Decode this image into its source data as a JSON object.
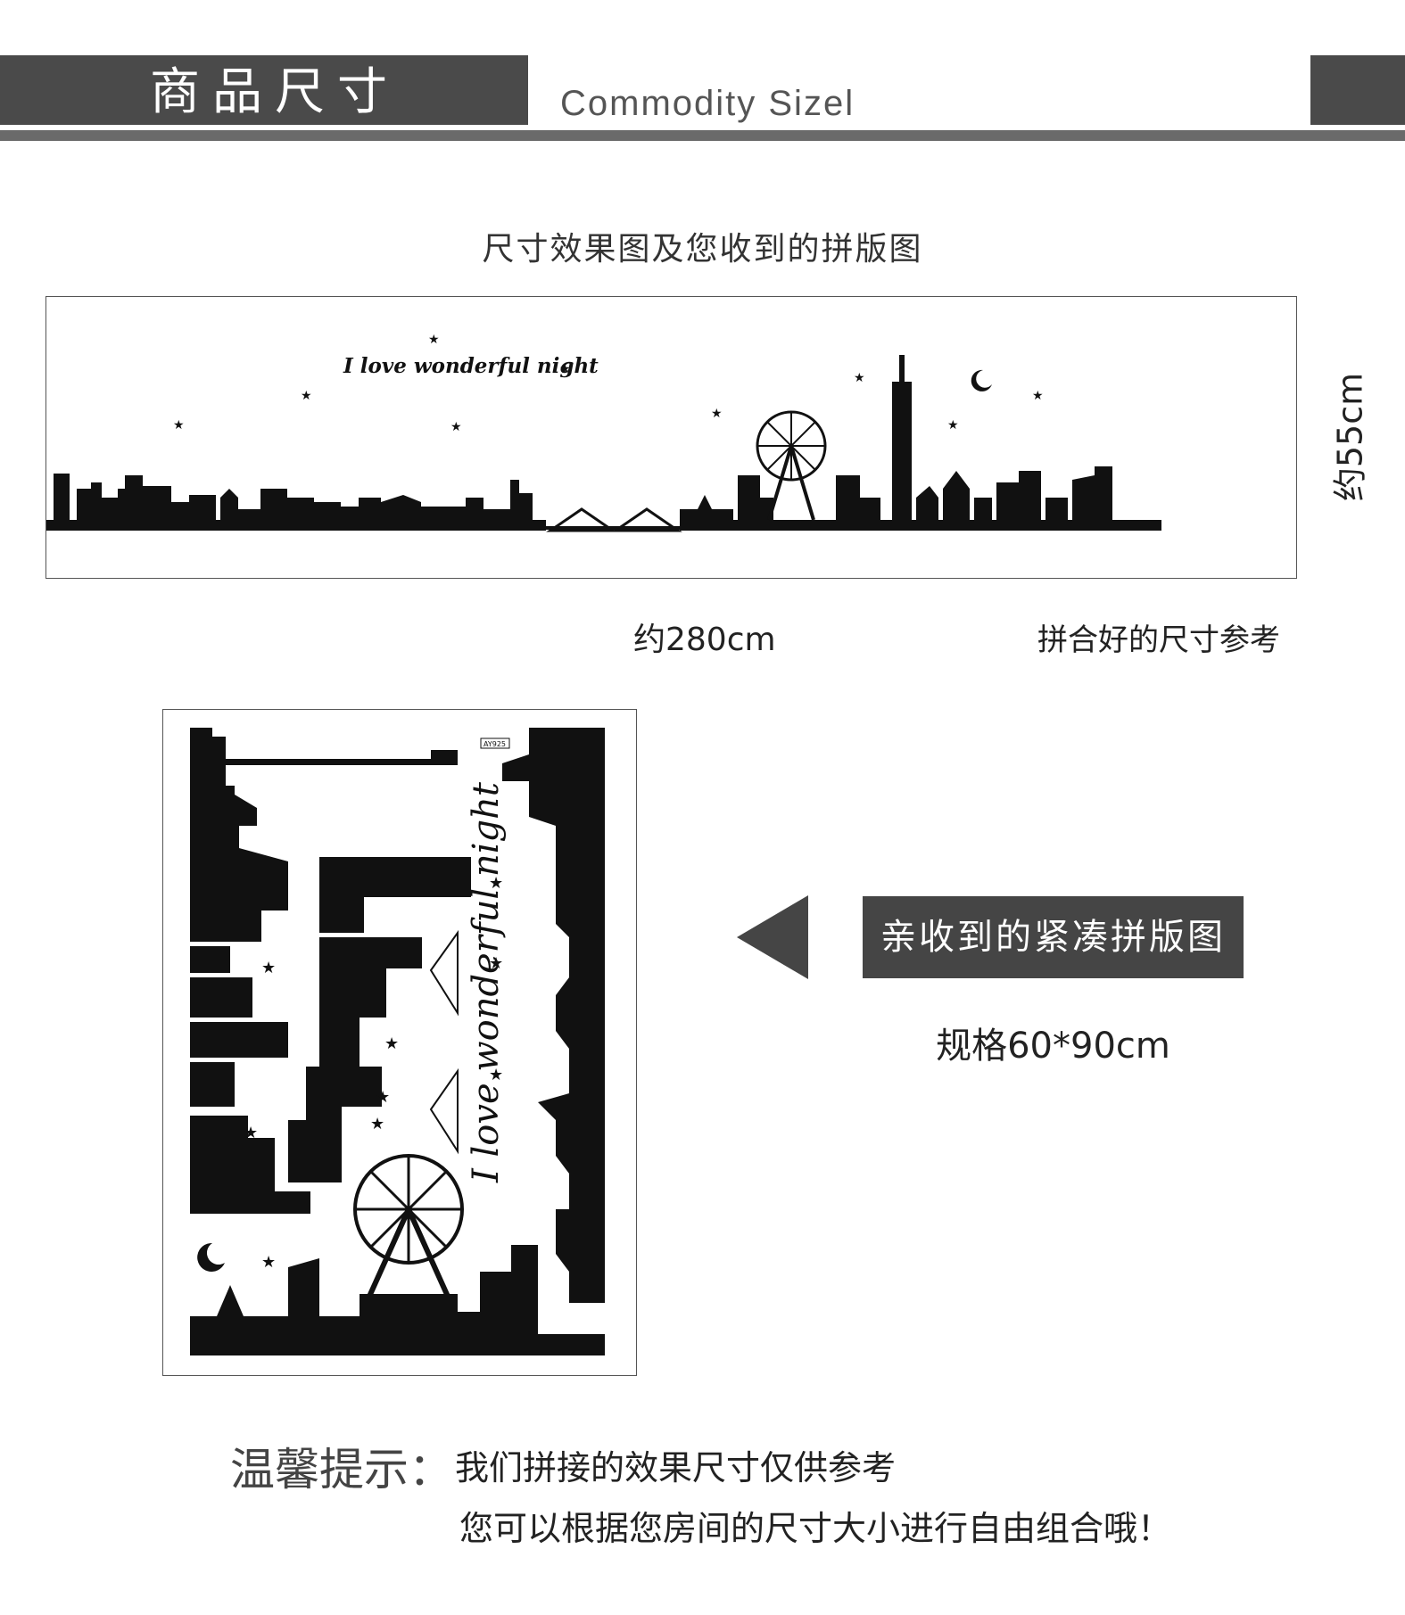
{
  "header": {
    "title": "商品尺寸",
    "subtitle": "Commodity Sizel"
  },
  "section1": {
    "title": "尺寸效果图及您收到的拼版图"
  },
  "panorama": {
    "slogan": "I love wonderful night",
    "width_label": "约280cm",
    "height_label": "约55cm",
    "reference_label": "拼合好的尺寸参考"
  },
  "sheet": {
    "code": "AY925",
    "slogan": "I love wonderful night",
    "label": "亲收到的紧凑拼版图",
    "spec": "规格60*90cm"
  },
  "tips": {
    "label": "温馨提示：",
    "line1": "我们拼接的效果尺寸仅供参考",
    "line2": "您可以根据您房间的尺寸大小进行自由组合哦！"
  },
  "colors": {
    "header_bg": "#4a4a4a",
    "rule": "#6a6a6a",
    "label_bg": "#454545",
    "silhouette": "#111111"
  }
}
